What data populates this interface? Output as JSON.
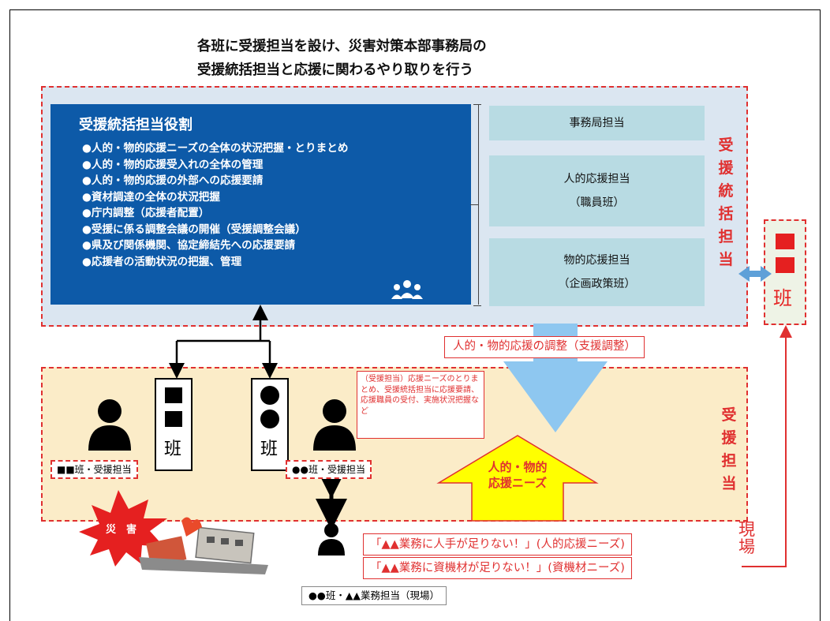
{
  "title": {
    "line1": "各班に受援担当を設け、災害対策本部事務局の",
    "line2": "受援統括担当と応援に関わるやり取りを行う"
  },
  "role_box": {
    "heading": "受援統括担当役割",
    "items": [
      "●人的・物的応援ニーズの全体の状況把握・とりまとめ",
      "●人的・物的応援受入れの全体の管理",
      "●人的・物的応援の外部への応援要請",
      "●資材調達の全体の状況把握",
      "●庁内調整（応援者配置）",
      "●受援に係る調整会議の開催（受援調整会議）",
      "●県及び関係機関、協定締結先への応援要請",
      "●応援者の活動状況の把握、管理"
    ]
  },
  "sub_boxes": {
    "secretariat": "事務局担当",
    "human_l1": "人的応援担当",
    "human_l2": "（職員班）",
    "material_l1": "物的応援担当",
    "material_l2": "（企画政策班）"
  },
  "vertical_labels": {
    "coordination": [
      "受",
      "援",
      "統",
      "括",
      "担",
      "当"
    ],
    "receiving": [
      "受",
      "援",
      "担",
      "当"
    ],
    "genba": [
      "現",
      "場"
    ]
  },
  "han_right": "班",
  "adjust_label": "人的・物的応援の調整（支援調整）",
  "small_note": "（受援担当）応援ニーズのとりまとめ、受援統括担当に応援要請、応援職員の受付、実施状況把握など",
  "up_arrow_text": {
    "l1": "人的・物的",
    "l2": "応援ニーズ"
  },
  "han_labels": {
    "left": "班",
    "right": "班"
  },
  "team_labels": {
    "left": "■■班・受援担当",
    "right": "●●班・受援担当"
  },
  "disaster_label": "災　害",
  "quotes": {
    "q1": "「▲▲業務に人手が足りない！」(人的応援ニーズ)",
    "q2": "「▲▲業務に資機材が足りない！」(資機材ニーズ)"
  },
  "bottom_label": "●●班・▲▲業務担当（現場）",
  "colors": {
    "navy": "#0d5aa8",
    "red": "#e03030",
    "light_blue": "#dbe6f1",
    "teal_box": "#b8dbe3",
    "beige": "#fbecc8",
    "arrow_blue": "#8ec7f0",
    "arrow_yellow": "#ffff00"
  }
}
